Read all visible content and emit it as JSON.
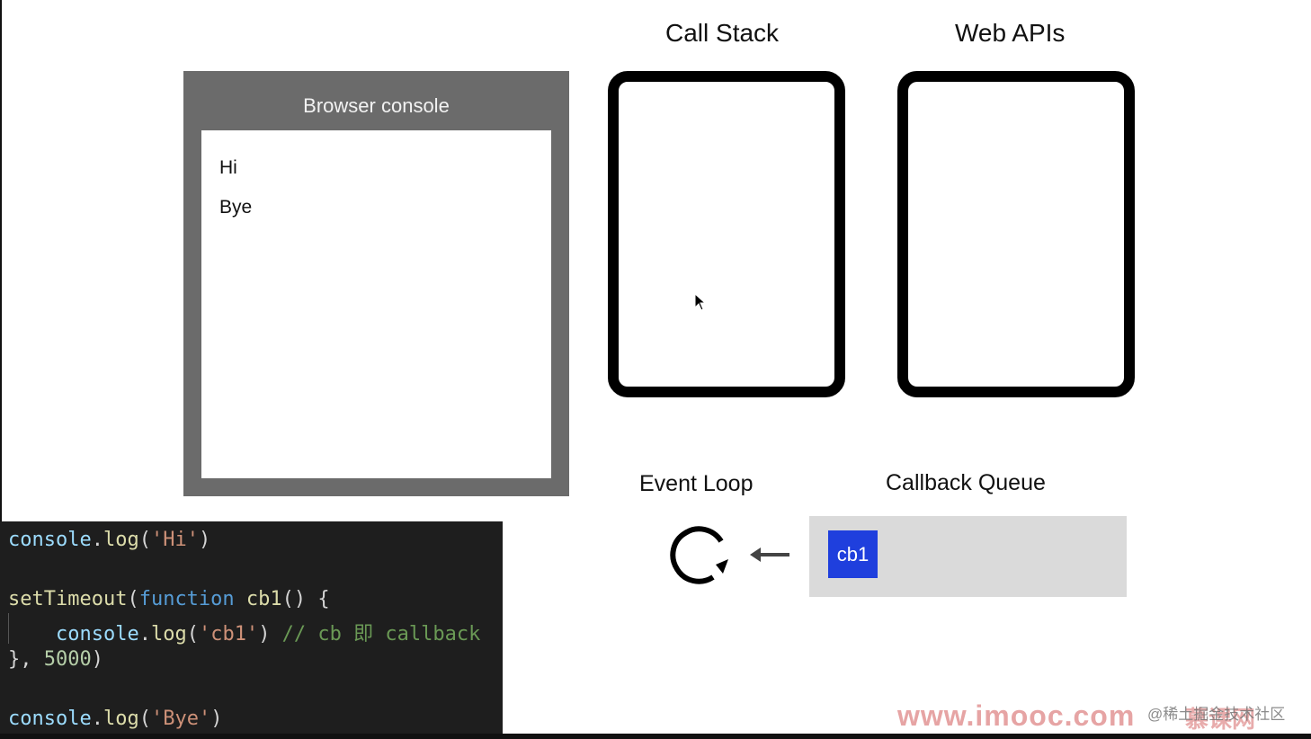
{
  "console": {
    "title": "Browser console",
    "lines": [
      "Hi",
      "Bye"
    ]
  },
  "call_stack": {
    "label": "Call Stack"
  },
  "web_apis": {
    "label": "Web APIs"
  },
  "event_loop": {
    "label": "Event Loop"
  },
  "callback_queue": {
    "label": "Callback Queue",
    "items": [
      "cb1"
    ],
    "item_color": "#1f3fdd"
  },
  "code": {
    "line1": {
      "obj": "console",
      "dot": ".",
      "fn": "log",
      "open": "(",
      "str": "'Hi'",
      "close": ")"
    },
    "line2": {
      "fn": "setTimeout",
      "open": "(",
      "kw": "function",
      "name": " cb1",
      "rest": "() {"
    },
    "line3": {
      "indent": "    ",
      "obj": "console",
      "dot": ".",
      "fn": "log",
      "open": "(",
      "str": "'cb1'",
      "close": ")",
      "comment": " // cb 即 callback"
    },
    "line4": {
      "open": "}, ",
      "num": "5000",
      "close": ")"
    },
    "line5": {
      "obj": "console",
      "dot": ".",
      "fn": "log",
      "open": "(",
      "str": "'Bye'",
      "close": ")"
    }
  },
  "watermarks": {
    "site": "www.imooc.com",
    "juejin": "@稀土掘金技术社区",
    "mukewang": "慕课网"
  },
  "icons": {
    "loop": "refresh-icon",
    "arrow": "arrow-left-icon",
    "cursor": "mouse-cursor-icon"
  },
  "colors": {
    "console_frame": "#6b6b6b",
    "code_background": "#1e1e1e",
    "queue_background": "#dadada"
  }
}
